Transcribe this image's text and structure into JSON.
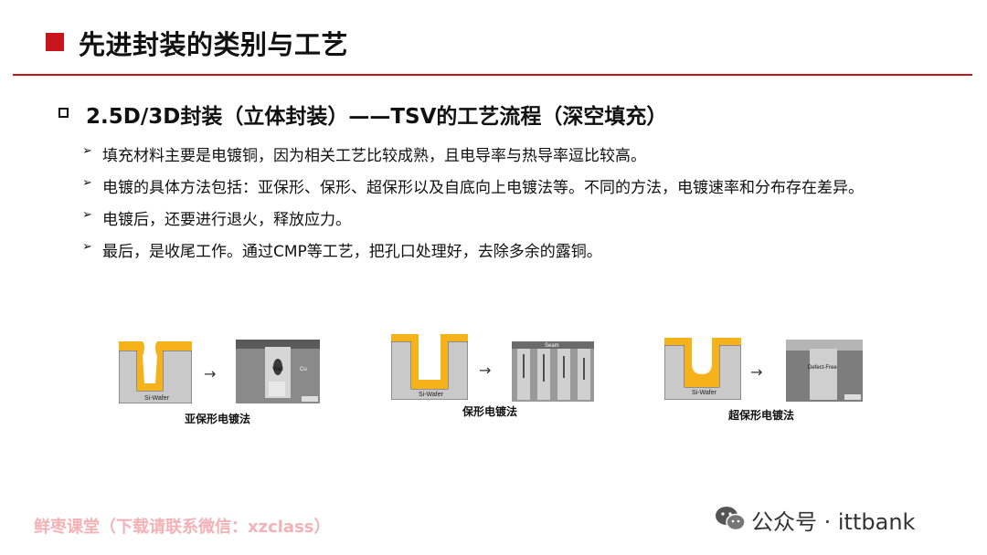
{
  "header": {
    "title": "先进封装的类别与工艺"
  },
  "section": {
    "heading": "2.5D/3D封装（立体封装）——TSV的工艺流程（深空填充）"
  },
  "bullets": [
    "填充材料主要是电镀铜，因为相关工艺比较成熟，且电导率与热导率逗比较高。",
    "电镀的具体方法包括：亚保形、保形、超保形以及自底向上电镀法等。不同的方法，电镀速率和分布存在差异。",
    "电镀后，还要进行退火，释放应力。",
    "最后，是收尾工作。通过CMP等工艺，把孔口处理好，去除多余的露铜。"
  ],
  "figures": [
    {
      "substrate_label": "Si-Wafer",
      "sem_annotation": "Void",
      "sem_annotation_2": "Cu",
      "caption": "亚保形电镀法"
    },
    {
      "substrate_label": "Si-Wafer",
      "sem_annotation": "Seam",
      "caption": "保形电镀法"
    },
    {
      "substrate_label": "Si-Wafer",
      "sem_annotation": "Defect-Free",
      "caption": "超保形电镀法"
    }
  ],
  "footer": {
    "watermark": "鲜枣课堂（下载请联系微信：xzclass）",
    "brand": "公众号 · ittbank"
  },
  "colors": {
    "accent": "#c8161d",
    "copper": "#f5b21a",
    "wafer": "#c9c9c9",
    "watermark": "#f4b2b6"
  }
}
